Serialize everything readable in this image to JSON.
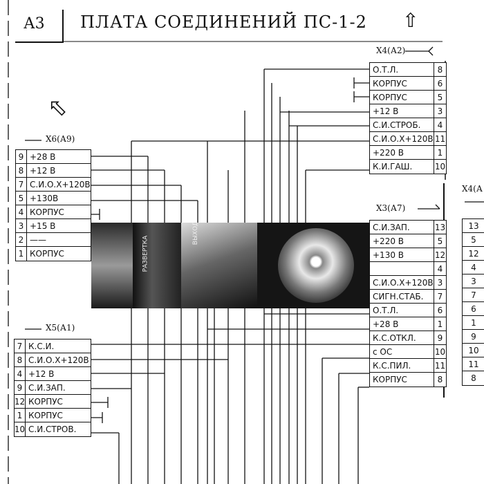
{
  "title": {
    "ref": "А3",
    "text": "ПЛАТА СОЕДИНЕНИЙ ПС-1-2"
  },
  "icons": {
    "up": "up-arrow-icon",
    "diag": "diagonal-arrow-icon"
  },
  "connectors": {
    "x4a2": {
      "label": "Х4(А2)",
      "rows": [
        {
          "sig": "О.Т.Л.",
          "pin": "8"
        },
        {
          "sig": "КОРПУС",
          "pin": "6"
        },
        {
          "sig": "КОРПУС",
          "pin": "5"
        },
        {
          "sig": "+12 В",
          "pin": "3"
        },
        {
          "sig": "С.И.СТРОБ.",
          "pin": "4"
        },
        {
          "sig": "С.И.О.Х+120В",
          "pin": "11"
        },
        {
          "sig": "+220 В",
          "pin": "1"
        },
        {
          "sig": "К.И.ГАШ.",
          "pin": "10"
        }
      ]
    },
    "x6a9": {
      "label": "Х6(А9)",
      "rows": [
        {
          "pin": "9",
          "sig": "+28 В"
        },
        {
          "pin": "8",
          "sig": "+12 В"
        },
        {
          "pin": "7",
          "sig": "С.И.О.Х+120В"
        },
        {
          "pin": "5",
          "sig": "+130В"
        },
        {
          "pin": "4",
          "sig": "КОРПУС"
        },
        {
          "pin": "3",
          "sig": "+15 В"
        },
        {
          "pin": "2",
          "sig": "——"
        },
        {
          "pin": "1",
          "sig": "КОРПУС"
        }
      ]
    },
    "x3a7": {
      "label": "Х3(А7)",
      "rows": [
        {
          "sig": "С.И.ЗАП.",
          "pin": "13"
        },
        {
          "sig": "+220 В",
          "pin": "5"
        },
        {
          "sig": "+130 В",
          "pin": "12"
        },
        {
          "sig": "",
          "pin": "4"
        },
        {
          "sig": "С.И.О.Х+120В",
          "pin": "3"
        },
        {
          "sig": "СИГН.СТАБ.",
          "pin": "7"
        },
        {
          "sig": "О.Т.Л.",
          "pin": "6"
        },
        {
          "sig": "+28 В",
          "pin": "1"
        },
        {
          "sig": "К.С.ОТКЛ.",
          "pin": "9"
        },
        {
          "sig": "с ОС",
          "pin": "10"
        },
        {
          "sig": "К.С.ПИЛ.",
          "pin": "11"
        },
        {
          "sig": "КОРПУС",
          "pin": "8"
        }
      ]
    },
    "x5a1": {
      "label": "Х5(А1)",
      "rows": [
        {
          "pin": "7",
          "sig": "К.С.И."
        },
        {
          "pin": "8",
          "sig": "С.И.О.Х+120В"
        },
        {
          "pin": "4",
          "sig": "+12 В"
        },
        {
          "pin": "9",
          "sig": "С.И.ЗАП."
        },
        {
          "pin": "12",
          "sig": "КОРПУС"
        },
        {
          "pin": "1",
          "sig": "КОРПУС"
        },
        {
          "pin": "10",
          "sig": "С.И.СТРОВ."
        }
      ]
    },
    "x4right": {
      "label": "Х4(А",
      "pins": [
        "13",
        "5",
        "12",
        "4",
        "3",
        "7",
        "6",
        "1",
        "9",
        "10",
        "11",
        "8"
      ]
    }
  },
  "photos": {
    "cap1": "РАЗВЕРТКА",
    "cap2": "ВЫХОД"
  }
}
